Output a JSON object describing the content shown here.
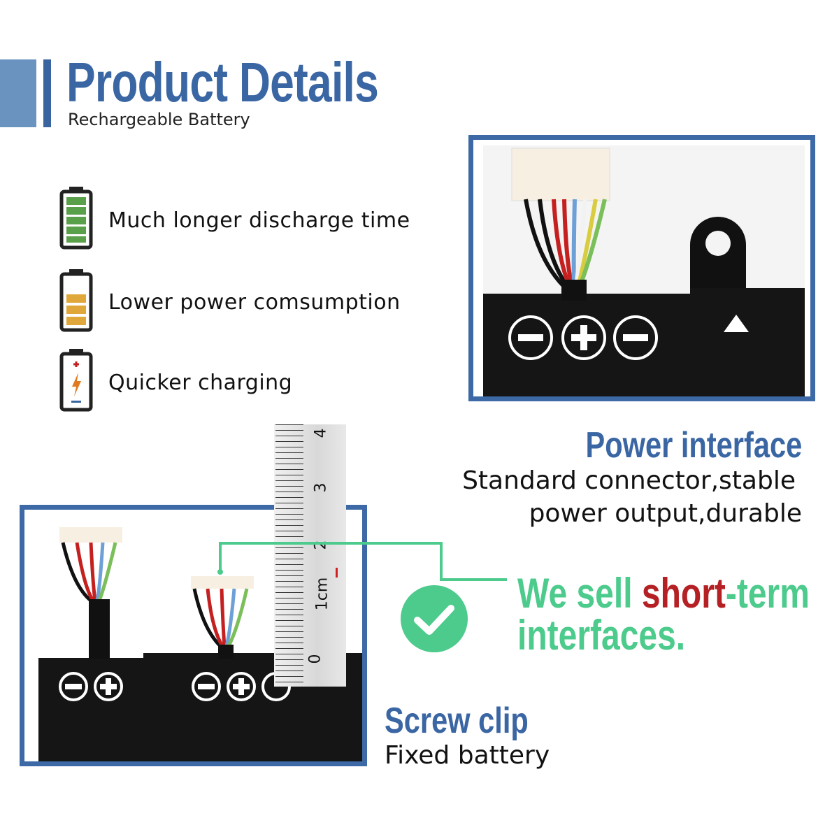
{
  "header": {
    "title": "Product Details",
    "subtitle": "Rechargeable Battery"
  },
  "features": [
    {
      "icon": "battery-full-icon",
      "label": "Much longer discharge time",
      "color": "#5aa04a"
    },
    {
      "icon": "battery-half-icon",
      "label": "Lower power comsumption",
      "color": "#e0a83a"
    },
    {
      "icon": "battery-charging-icon",
      "label": "Quicker charging",
      "color": "#e07a20"
    }
  ],
  "power": {
    "title": "Power interface",
    "line1": "Standard connector,stable",
    "line2": "power output,durable"
  },
  "interfaces": {
    "pre": "We sell ",
    "highlight": "short",
    "post": "-term",
    "line2": "interfaces."
  },
  "screw": {
    "title": "Screw clip",
    "desc": "Fixed battery"
  },
  "ruler": {
    "ticks": [
      "0",
      "1cm",
      "2",
      "3",
      "4"
    ]
  },
  "colors": {
    "brand_blue": "#3a66a4",
    "green": "#4ccb8c",
    "red": "#b52025"
  }
}
